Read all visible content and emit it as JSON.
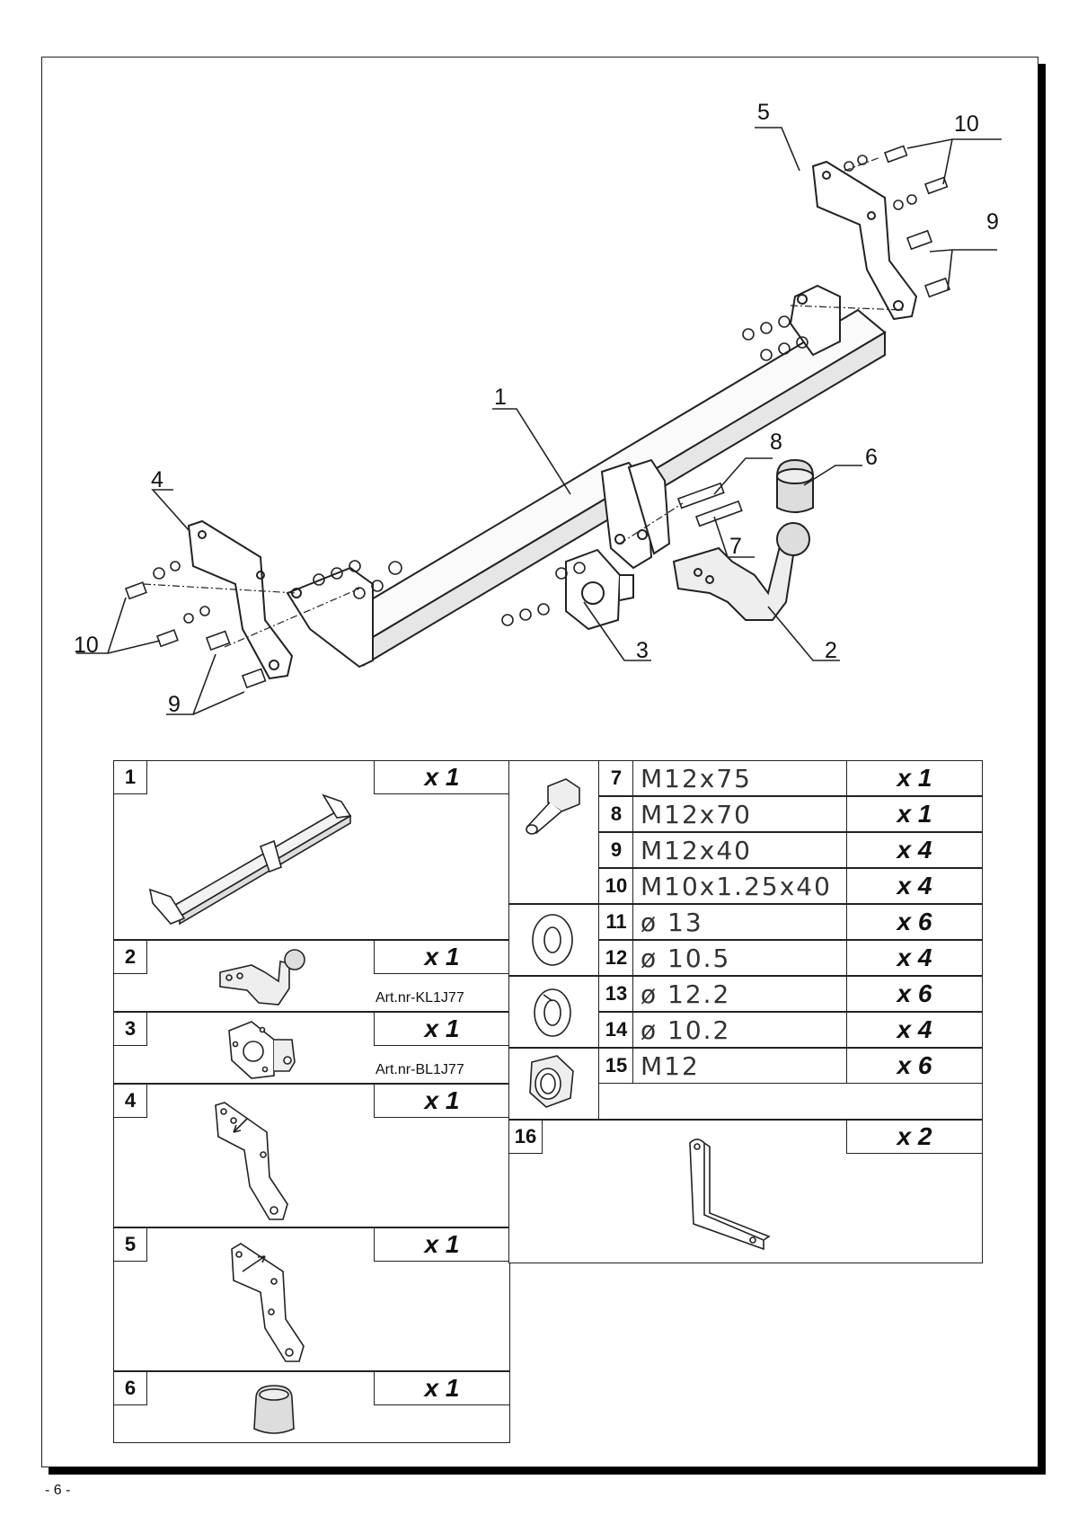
{
  "callouts": {
    "c1": "1",
    "c2": "2",
    "c3": "3",
    "c4": "4",
    "c5": "5",
    "c6": "6",
    "c7": "7",
    "c8": "8",
    "c9a": "9",
    "c9b": "9",
    "c10a": "10",
    "c10b": "10"
  },
  "parts_left": [
    {
      "num": "1",
      "qty": "x 1"
    },
    {
      "num": "2",
      "qty": "x 1",
      "art": "Art.nr-KL1J77"
    },
    {
      "num": "3",
      "qty": "x 1",
      "art": "Art.nr-BL1J77"
    },
    {
      "num": "4",
      "qty": "x 1"
    },
    {
      "num": "5",
      "qty": "x 1"
    },
    {
      "num": "6",
      "qty": "x 1"
    }
  ],
  "parts_right": [
    {
      "num": "7",
      "desc": "M12x75",
      "qty": "x 1"
    },
    {
      "num": "8",
      "desc": "M12x70",
      "qty": "x 1"
    },
    {
      "num": "9",
      "desc": "M12x40",
      "qty": "x 4"
    },
    {
      "num": "10",
      "desc": "M10x1.25x40",
      "qty": "x 4"
    },
    {
      "num": "11",
      "desc": "ø 13",
      "qty": "x 6"
    },
    {
      "num": "12",
      "desc": "ø 10.5",
      "qty": "x 4"
    },
    {
      "num": "13",
      "desc": "ø 12.2",
      "qty": "x 6"
    },
    {
      "num": "14",
      "desc": "ø 10.2",
      "qty": "x 4"
    },
    {
      "num": "15",
      "desc": "M12",
      "qty": "x 6"
    }
  ],
  "part16": {
    "num": "16",
    "qty": "x 2"
  },
  "page_number": "- 6 -"
}
